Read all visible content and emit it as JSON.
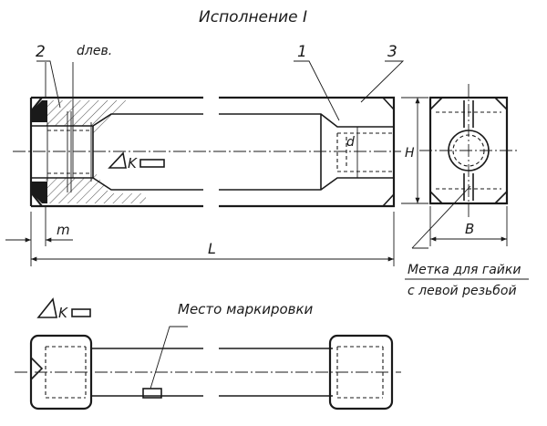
{
  "title": "Исполнение I",
  "labels": {
    "item2": "2",
    "d_left": "dлев.",
    "item1": "1",
    "item3": "3",
    "d": "d",
    "h": "H",
    "b": "B",
    "m": "m",
    "l": "L",
    "k_top": "K",
    "k_bottom": "K",
    "mark_note_line1": "Метка для гайки",
    "mark_note_line2": "с левой резьбой",
    "marking_place": "Место маркировки"
  }
}
